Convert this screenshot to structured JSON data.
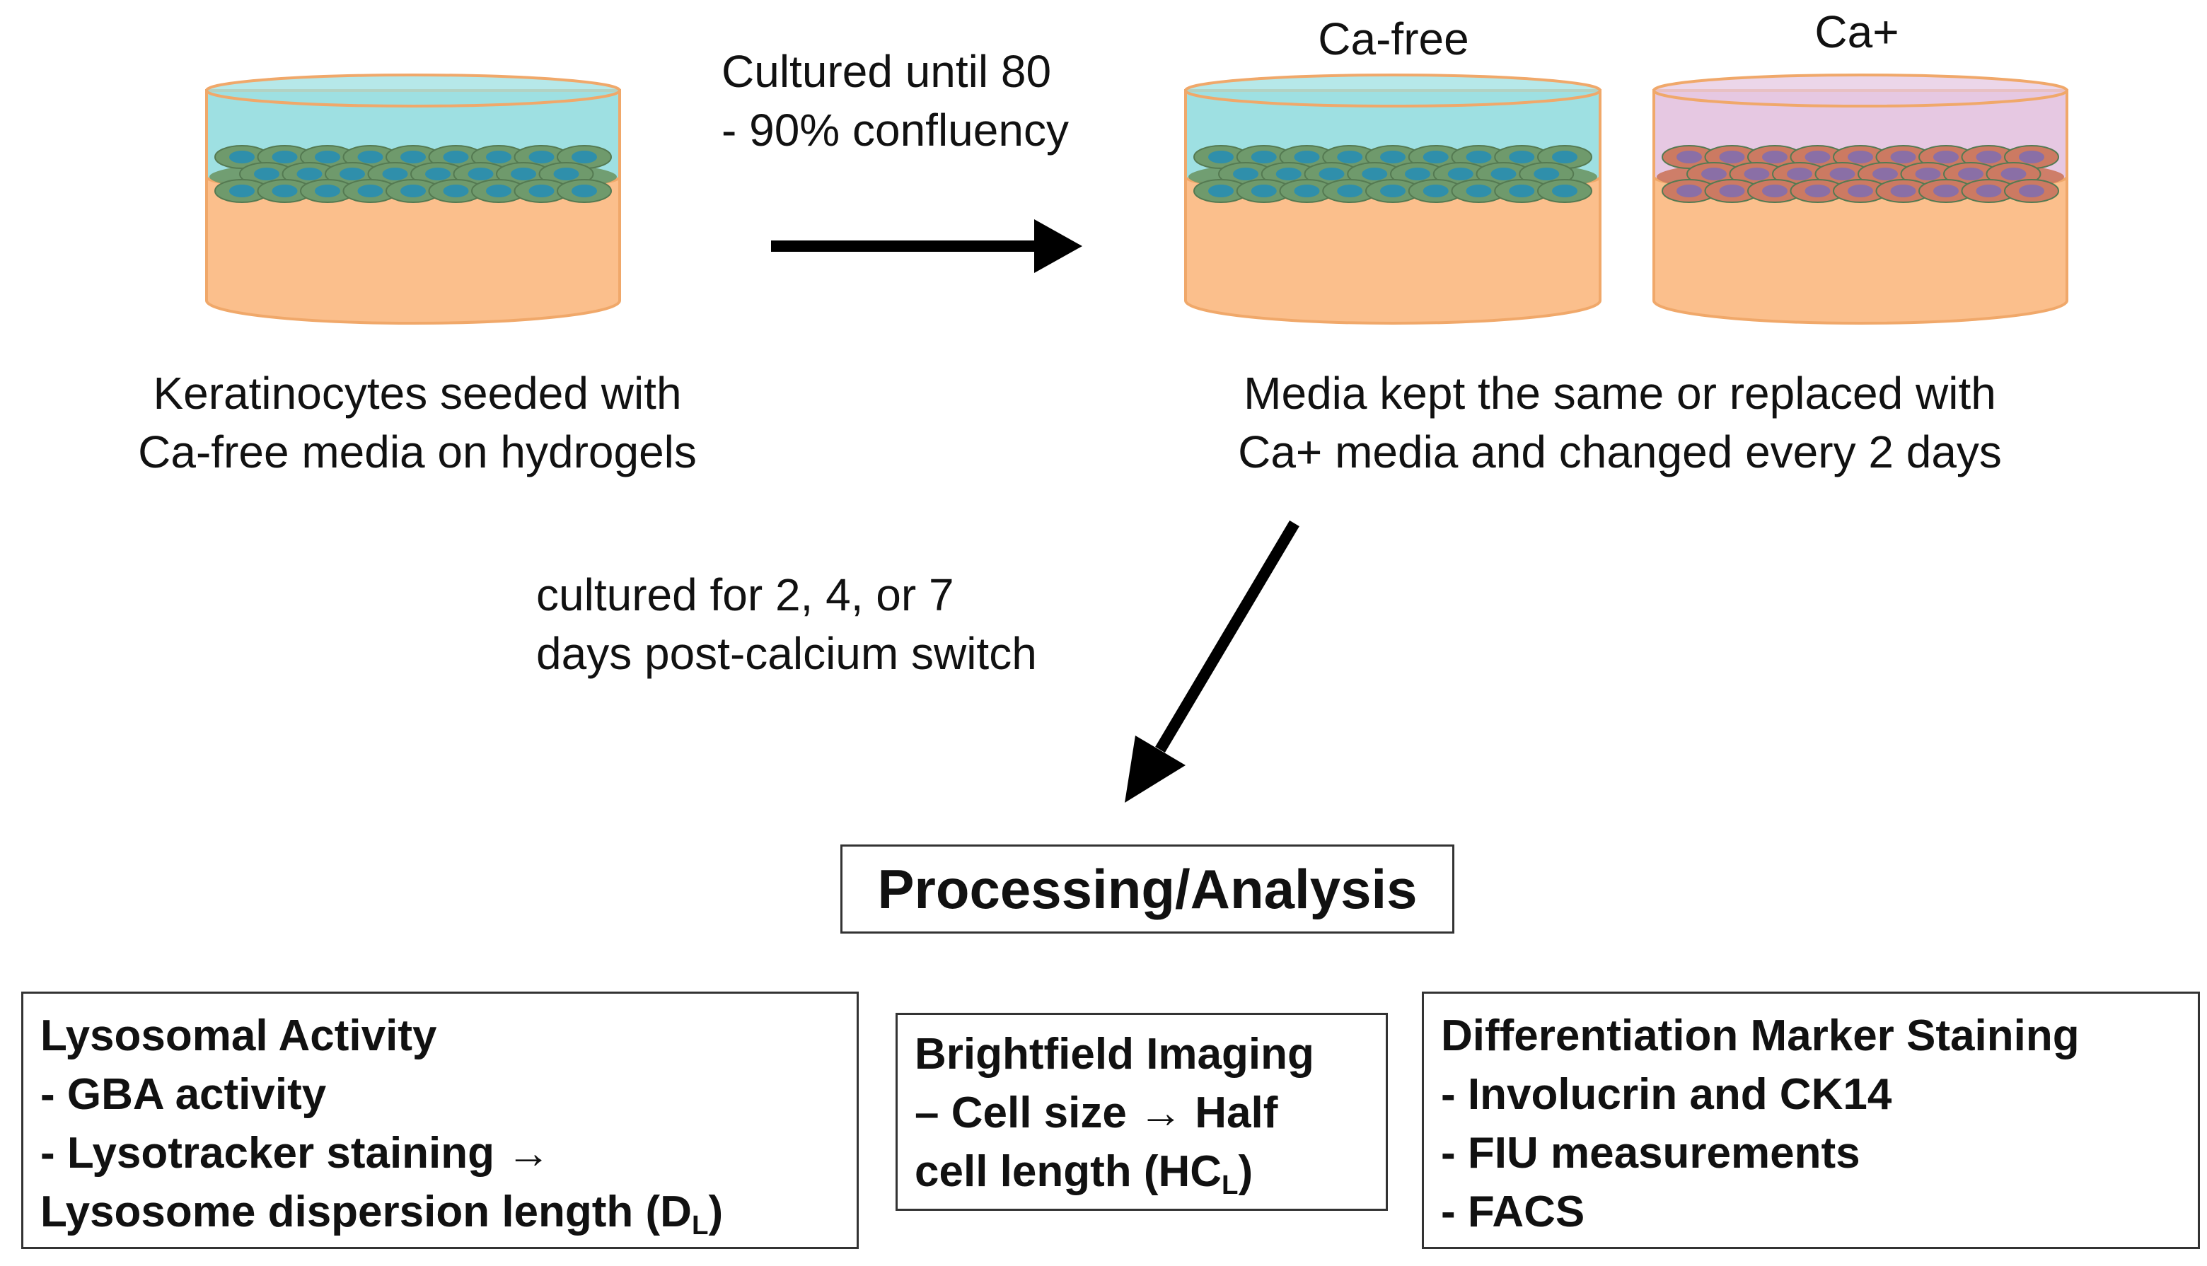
{
  "colors": {
    "dish_body": "#fbbf8c",
    "dish_rim": "#f0a86a",
    "media_ca_free": "#9ee0e2",
    "media_ca_plus": "#e6c8e2",
    "cell_green": "#6f9a6c",
    "cell_nucleus": "#2f8fab",
    "cell_red": "#cc7a62",
    "cell_red_nucleus": "#8a6fa6",
    "arrow": "#000000",
    "box_border": "#333333"
  },
  "step1": {
    "caption_line1": "Keratinocytes seeded with",
    "caption_line2": "Ca-free media on hydrogels"
  },
  "arrow1": {
    "label_line1": "Cultured until 80",
    "label_line2": "- 90% confluency"
  },
  "step2": {
    "dish_left_label": "Ca-free",
    "dish_right_label": "Ca+",
    "caption_line1": "Media kept the same or replaced with",
    "caption_line2": "Ca+  media and changed every 2 days"
  },
  "arrow2": {
    "label_line1": "cultured for 2, 4, or 7",
    "label_line2": "days post-calcium switch"
  },
  "processing": {
    "title": "Processing/Analysis"
  },
  "lysosomal": {
    "line1": "Lysosomal Activity",
    "line2": "- GBA activity",
    "line3": "- Lysotracker staining →",
    "line4_text": "Lysosome dispersion length (D",
    "line4_sub": "L",
    "line4_end": ")"
  },
  "brightfield": {
    "line1": "Brightfield Imaging",
    "line2": "– Cell size → Half",
    "line3_text": "cell length (HC",
    "line3_sub": "L",
    "line3_end": ")"
  },
  "differentiation": {
    "line1": "Differentiation Marker Staining",
    "line2": "- Involucrin and CK14",
    "line3": "- FIU measurements",
    "line4": "- FACS"
  }
}
